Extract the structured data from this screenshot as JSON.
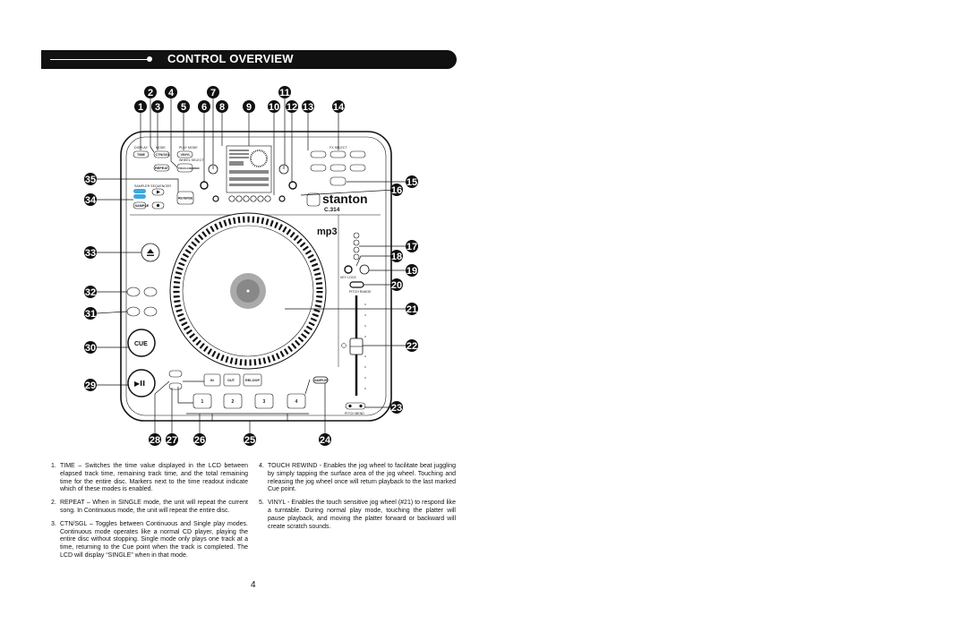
{
  "header": {
    "title": "CONTROL OVERVIEW"
  },
  "callouts": {
    "top_row1": [
      "2",
      "4",
      "7",
      "11"
    ],
    "top_row2": [
      "1",
      "3",
      "5",
      "6",
      "8",
      "9",
      "10",
      "12",
      "13",
      "14"
    ],
    "left": [
      "35",
      "34",
      "33",
      "32",
      "31",
      "30",
      "29"
    ],
    "right": [
      "15",
      "16",
      "17",
      "18",
      "19",
      "20",
      "21",
      "22",
      "23"
    ],
    "bottom": [
      "28",
      "27",
      "26",
      "25",
      "24"
    ]
  },
  "panel": {
    "display_label": "DISPLAY",
    "mode_label": "MODE",
    "play_mode_label": "PLAY MODE",
    "time_btn": "TIME",
    "ctn_sgl_btn": "CTN/SGL",
    "repeat_btn": "REPEAT",
    "vinyl_btn": "VINYL",
    "touch_rewind_btn": "TOUCH REWIND",
    "wheel_select_label": "WHEEL SELECT",
    "sampler_label": "SAMPLER SEQUENCER",
    "sample_btn": "SAMPLE",
    "record_btn": "REC",
    "reverse_btn": "REVERSE",
    "brand": "stanton",
    "model": "C.314",
    "mp3_logo": "mp3",
    "fx_select_label": "FX SELECT",
    "cue_btn": "CUE",
    "play_pause_btn": "▶II",
    "in_btn": "IN",
    "out_btn": "OUT",
    "reloop_btn": "RELOOP",
    "sampler_btn": "SAMPLER",
    "hot_cues": [
      "1",
      "2",
      "3",
      "4"
    ],
    "keylock_label": "KEY LOCK",
    "pitch_bend_label": "PITCH BEND",
    "pitch_range_label": "PITCH RANGE"
  },
  "descriptions_left": [
    {
      "num": "1.",
      "text": "TIME – Switches the time value displayed in the LCD between elapsed track time, remaining track time, and the total remaining time for the entire disc. Markers next to the time readout indicate which of these modes is enabled."
    },
    {
      "num": "2.",
      "text": "REPEAT – When in SINGLE mode, the unit will repeat the current song. In Continuous mode, the unit will repeat the entire disc."
    },
    {
      "num": "3.",
      "text": "CTN/SGL – Toggles between Continuous and Single play modes. Continuous mode operates like a normal CD player, playing the entire disc without stopping. Single mode only plays one track at a time, returning to the Cue point when the track is completed. The LCD will display “SINGLE” when in that mode."
    }
  ],
  "descriptions_right": [
    {
      "num": "4.",
      "text": "TOUCH REWIND - Enables the jog wheel to facilitate beat juggling by simply tapping the surface area of the jog wheel. Touching and releasing the jog wheel once will return playback to the last marked Cue point."
    },
    {
      "num": "5.",
      "text": "VINYL - Enables the touch sensitive jog wheel (#21) to respond like a turntable. During normal play mode, touching the platter will pause playback, and moving the platter forward or backward will create scratch sounds."
    }
  ],
  "page_number": "4"
}
